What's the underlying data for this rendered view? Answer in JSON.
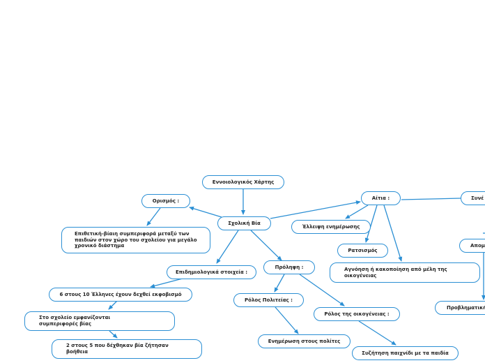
{
  "nodes": {
    "concept_map": "Εννοιολογικός Χάρτης",
    "school_violence": "Σχολική Βία",
    "definition": "Ορισμός :",
    "definition_text": "Επιθετική-βίαιη συμπεριφορά μεταξύ των παιδιών στον χώρο του σχολείου για μεγάλο χρονικό διάστημα",
    "epidemiology": "Επιδημιολογικά στοιχεία :",
    "stat_1": "6 στους 10 Έλληνες έχουν δεχθεί εκφοβισμό",
    "stat_2": "Στο σχολείο εμφανίζονται συμπεριφορές βίας",
    "stat_3": "2 στους 5 που δέχθηκαν βία ζήτησαν βοήθεια",
    "prevention": "Πρόληψη :",
    "state_role": "Ρόλος Πολιτείας :",
    "inform_citizens": "Ενημέρωση στους πολίτες",
    "family_role": "Ρόλος της οικογένειας :",
    "discuss_children": "Συζήτηση παιχνίδι με τα παιδία",
    "causes": "Αίτια :",
    "lack_info": "Έλλειψη ενημέρωσης",
    "racism": "Ρατσισμός",
    "family_neglect": "Αγνόηση ή κακοποίηση από μέλη της οικογένειας",
    "consequences": "Συνέ",
    "apom": "Απομ",
    "problematic": "Προβληματική"
  },
  "colors": {
    "line": "#2b8fd4",
    "border": "#2b8fd4",
    "text": "#222222"
  }
}
